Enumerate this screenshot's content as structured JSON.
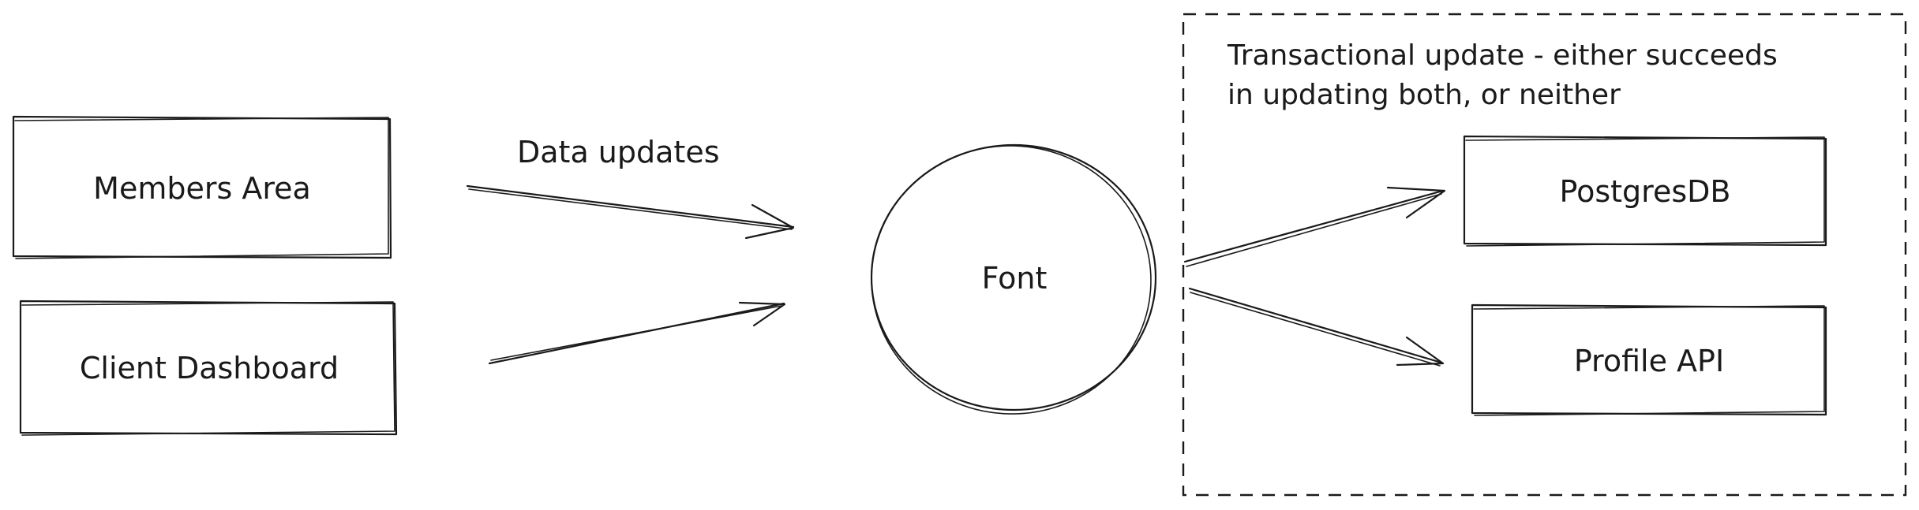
{
  "nodes": {
    "members_area": "Members Area",
    "client_dashboard": "Client Dashboard",
    "font": "Font",
    "postgres_db": "PostgresDB",
    "profile_api": "Profile API"
  },
  "edges": {
    "data_updates": "Data updates"
  },
  "transaction_group": {
    "note_line1": "Transactional update - either succeeds",
    "note_line2": "in updating both, or neither"
  }
}
